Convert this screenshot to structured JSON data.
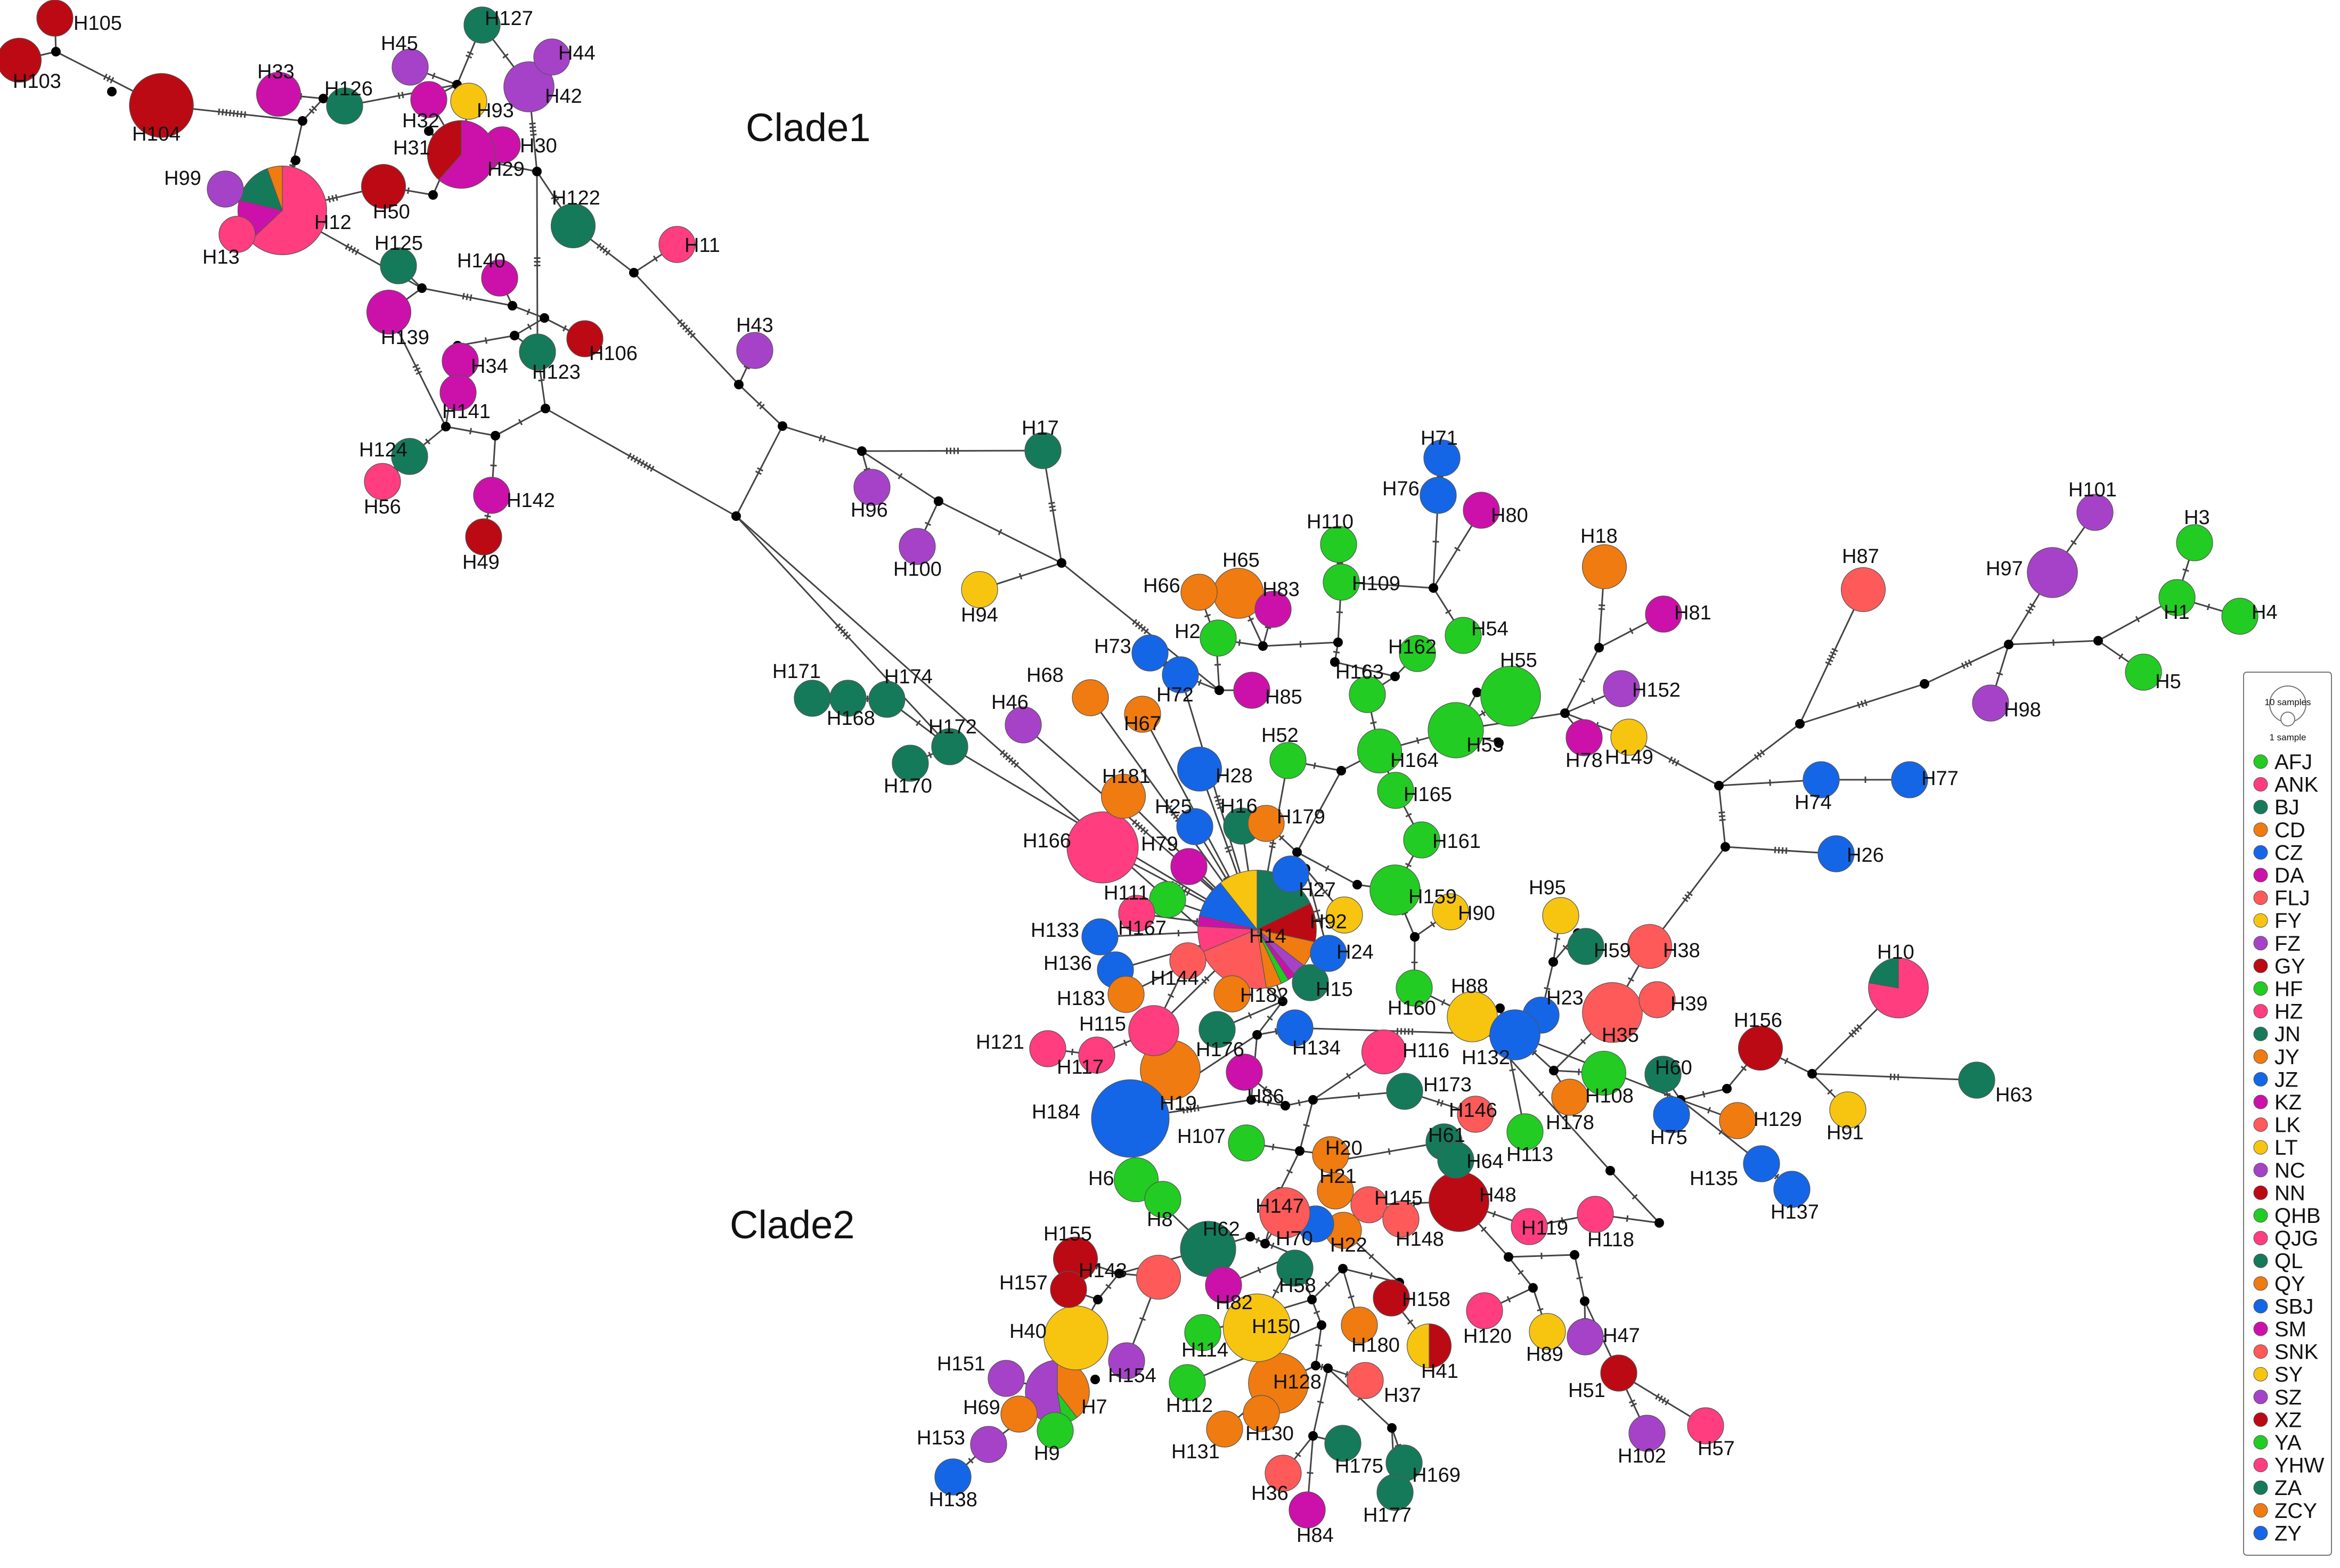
{
  "clades": [
    "Clade1",
    "Clade2"
  ],
  "legend": {
    "size_big": "10 samples",
    "size_small": "1 sample",
    "populations": [
      {
        "code": "AFJ",
        "color": "#22cc22"
      },
      {
        "code": "ANK",
        "color": "#ff3d7f"
      },
      {
        "code": "BJ",
        "color": "#157a5a"
      },
      {
        "code": "CD",
        "color": "#f07b10"
      },
      {
        "code": "CZ",
        "color": "#1466e6"
      },
      {
        "code": "DA",
        "color": "#cc11aa"
      },
      {
        "code": "FLJ",
        "color": "#ff5a5a"
      },
      {
        "code": "FY",
        "color": "#f7c510"
      },
      {
        "code": "FZ",
        "color": "#a642c8"
      },
      {
        "code": "GY",
        "color": "#bb0a14"
      },
      {
        "code": "HF",
        "color": "#22cc22"
      },
      {
        "code": "HZ",
        "color": "#ff3d7f"
      },
      {
        "code": "JN",
        "color": "#157a5a"
      },
      {
        "code": "JY",
        "color": "#f07b10"
      },
      {
        "code": "JZ",
        "color": "#1466e6"
      },
      {
        "code": "KZ",
        "color": "#cc11aa"
      },
      {
        "code": "LK",
        "color": "#ff5a5a"
      },
      {
        "code": "LT",
        "color": "#f7c510"
      },
      {
        "code": "NC",
        "color": "#a642c8"
      },
      {
        "code": "NN",
        "color": "#bb0a14"
      },
      {
        "code": "QHB",
        "color": "#22cc22"
      },
      {
        "code": "QJG",
        "color": "#ff3d7f"
      },
      {
        "code": "QL",
        "color": "#157a5a"
      },
      {
        "code": "QY",
        "color": "#f07b10"
      },
      {
        "code": "SBJ",
        "color": "#1466e6"
      },
      {
        "code": "SM",
        "color": "#cc11aa"
      },
      {
        "code": "SNK",
        "color": "#ff5a5a"
      },
      {
        "code": "SY",
        "color": "#f7c510"
      },
      {
        "code": "SZ",
        "color": "#a642c8"
      },
      {
        "code": "XZ",
        "color": "#bb0a14"
      },
      {
        "code": "YA",
        "color": "#22cc22"
      },
      {
        "code": "YHW",
        "color": "#ff3d7f"
      },
      {
        "code": "ZA",
        "color": "#157a5a"
      },
      {
        "code": "ZCY",
        "color": "#f07b10"
      },
      {
        "code": "ZY",
        "color": "#1466e6"
      }
    ]
  },
  "haplotypes": [
    {
      "id": "H1",
      "color": "#22cc22",
      "size": 1
    },
    {
      "id": "H2",
      "color": "#22cc22",
      "size": 1
    },
    {
      "id": "H3",
      "color": "#22cc22",
      "size": 1
    },
    {
      "id": "H4",
      "color": "#22cc22",
      "size": 1
    },
    {
      "id": "H5",
      "color": "#22cc22",
      "size": 1
    },
    {
      "id": "H6",
      "color": "#22cc22",
      "size": 2
    },
    {
      "id": "H7",
      "color": "#a642c8",
      "size": 6,
      "pie": [
        {
          "color": "#f07b10",
          "value": 3
        },
        {
          "color": "#22cc22",
          "value": 0.6
        },
        {
          "color": "#a642c8",
          "value": 4
        }
      ]
    },
    {
      "id": "H8",
      "color": "#22cc22",
      "size": 1
    },
    {
      "id": "H9",
      "color": "#22cc22",
      "size": 1
    },
    {
      "id": "H10",
      "color": "#ff3d7f",
      "size": 5,
      "pie": [
        {
          "color": "#ff3d7f",
          "value": 3.5
        },
        {
          "color": "#157a5a",
          "value": 1
        }
      ]
    },
    {
      "id": "H11",
      "color": "#ff3d7f",
      "size": 1
    },
    {
      "id": "H12",
      "color": "#ff3d7f",
      "size": 14,
      "pie": [
        {
          "color": "#ff3d7f",
          "value": 8
        },
        {
          "color": "#cc11aa",
          "value": 2
        },
        {
          "color": "#157a5a",
          "value": 2
        },
        {
          "color": "#f07b10",
          "value": 0.7
        }
      ]
    },
    {
      "id": "H13",
      "color": "#ff3d7f",
      "size": 1
    },
    {
      "id": "H14",
      "color": "#ff5a5a",
      "size": 28,
      "pie": [
        {
          "color": "#157a5a",
          "value": 5
        },
        {
          "color": "#bb0a14",
          "value": 3
        },
        {
          "color": "#f07b10",
          "value": 2
        },
        {
          "color": "#a642c8",
          "value": 1
        },
        {
          "color": "#cc11aa",
          "value": 0.6
        },
        {
          "color": "#22cc22",
          "value": 0.6
        },
        {
          "color": "#f07b10",
          "value": 1.2
        },
        {
          "color": "#ff5a5a",
          "value": 6
        },
        {
          "color": "#ff3d7f",
          "value": 2
        },
        {
          "color": "#cc11aa",
          "value": 0.8
        },
        {
          "color": "#1466e6",
          "value": 3
        },
        {
          "color": "#f7c510",
          "value": 3
        }
      ]
    },
    {
      "id": "H15",
      "color": "#157a5a",
      "size": 1
    },
    {
      "id": "H16",
      "color": "#157a5a",
      "size": 1
    },
    {
      "id": "H17",
      "color": "#157a5a",
      "size": 1
    },
    {
      "id": "H18",
      "color": "#f07b10",
      "size": 2
    },
    {
      "id": "H19",
      "color": "#f07b10",
      "size": 5
    },
    {
      "id": "H20",
      "color": "#f07b10",
      "size": 1
    },
    {
      "id": "H21",
      "color": "#f07b10",
      "size": 1
    },
    {
      "id": "H22",
      "color": "#f07b10",
      "size": 1
    },
    {
      "id": "H23",
      "color": "#1466e6",
      "size": 1
    },
    {
      "id": "H24",
      "color": "#1466e6",
      "size": 1
    },
    {
      "id": "H25",
      "color": "#1466e6",
      "size": 1
    },
    {
      "id": "H26",
      "color": "#1466e6",
      "size": 1
    },
    {
      "id": "H27",
      "color": "#1466e6",
      "size": 1
    },
    {
      "id": "H28",
      "color": "#1466e6",
      "size": 2
    },
    {
      "id": "H29",
      "color": "#cc11aa",
      "size": 1
    },
    {
      "id": "H30",
      "color": "#cc11aa",
      "size": 1
    },
    {
      "id": "H31",
      "color": "#cc11aa",
      "size": 7,
      "pie": [
        {
          "color": "#cc11aa",
          "value": 4
        },
        {
          "color": "#bb0a14",
          "value": 2.5
        }
      ]
    },
    {
      "id": "H32",
      "color": "#cc11aa",
      "size": 1
    },
    {
      "id": "H33",
      "color": "#cc11aa",
      "size": 2
    },
    {
      "id": "H34",
      "color": "#cc11aa",
      "size": 1
    },
    {
      "id": "H35",
      "color": "#ff5a5a",
      "size": 5
    },
    {
      "id": "H36",
      "color": "#ff5a5a",
      "size": 1
    },
    {
      "id": "H37",
      "color": "#ff5a5a",
      "size": 1
    },
    {
      "id": "H38",
      "color": "#ff5a5a",
      "size": 2
    },
    {
      "id": "H39",
      "color": "#ff5a5a",
      "size": 1
    },
    {
      "id": "H40",
      "color": "#f7c510",
      "size": 6
    },
    {
      "id": "H41",
      "color": "#bb0a14",
      "size": 2,
      "pie": [
        {
          "color": "#bb0a14",
          "value": 1
        },
        {
          "color": "#f7c510",
          "value": 1
        }
      ]
    },
    {
      "id": "H42",
      "color": "#a642c8",
      "size": 3
    },
    {
      "id": "H43",
      "color": "#a642c8",
      "size": 1
    },
    {
      "id": "H44",
      "color": "#a642c8",
      "size": 1
    },
    {
      "id": "H45",
      "color": "#a642c8",
      "size": 1
    },
    {
      "id": "H46",
      "color": "#a642c8",
      "size": 1
    },
    {
      "id": "H47",
      "color": "#a642c8",
      "size": 1
    },
    {
      "id": "H48",
      "color": "#bb0a14",
      "size": 5
    },
    {
      "id": "H49",
      "color": "#bb0a14",
      "size": 1
    },
    {
      "id": "H50",
      "color": "#bb0a14",
      "size": 2
    },
    {
      "id": "H51",
      "color": "#bb0a14",
      "size": 1
    },
    {
      "id": "H52",
      "color": "#22cc22",
      "size": 1
    },
    {
      "id": "H53",
      "color": "#22cc22",
      "size": 4
    },
    {
      "id": "H54",
      "color": "#22cc22",
      "size": 1
    },
    {
      "id": "H55",
      "color": "#22cc22",
      "size": 5
    },
    {
      "id": "H56",
      "color": "#ff3d7f",
      "size": 1
    },
    {
      "id": "H57",
      "color": "#ff3d7f",
      "size": 1
    },
    {
      "id": "H58",
      "color": "#157a5a",
      "size": 1
    },
    {
      "id": "H59",
      "color": "#157a5a",
      "size": 1
    },
    {
      "id": "H60",
      "color": "#157a5a",
      "size": 1
    },
    {
      "id": "H61",
      "color": "#157a5a",
      "size": 1
    },
    {
      "id": "H62",
      "color": "#157a5a",
      "size": 4
    },
    {
      "id": "H63",
      "color": "#157a5a",
      "size": 1
    },
    {
      "id": "H64",
      "color": "#157a5a",
      "size": 1
    },
    {
      "id": "H65",
      "color": "#f07b10",
      "size": 3
    },
    {
      "id": "H66",
      "color": "#f07b10",
      "size": 1
    },
    {
      "id": "H67",
      "color": "#f07b10",
      "size": 1
    },
    {
      "id": "H68",
      "color": "#f07b10",
      "size": 1
    },
    {
      "id": "H69",
      "color": "#f07b10",
      "size": 1
    },
    {
      "id": "H70",
      "color": "#1466e6",
      "size": 1
    },
    {
      "id": "H71",
      "color": "#1466e6",
      "size": 1
    },
    {
      "id": "H72",
      "color": "#1466e6",
      "size": 1
    },
    {
      "id": "H73",
      "color": "#1466e6",
      "size": 1
    },
    {
      "id": "H74",
      "color": "#1466e6",
      "size": 1
    },
    {
      "id": "H75",
      "color": "#1466e6",
      "size": 1
    },
    {
      "id": "H76",
      "color": "#1466e6",
      "size": 1
    },
    {
      "id": "H77",
      "color": "#1466e6",
      "size": 1
    },
    {
      "id": "H78",
      "color": "#cc11aa",
      "size": 1
    },
    {
      "id": "H79",
      "color": "#cc11aa",
      "size": 1
    },
    {
      "id": "H80",
      "color": "#cc11aa",
      "size": 1
    },
    {
      "id": "H81",
      "color": "#cc11aa",
      "size": 1
    },
    {
      "id": "H82",
      "color": "#cc11aa",
      "size": 1
    },
    {
      "id": "H83",
      "color": "#cc11aa",
      "size": 1
    },
    {
      "id": "H84",
      "color": "#cc11aa",
      "size": 1
    },
    {
      "id": "H85",
      "color": "#cc11aa",
      "size": 1
    },
    {
      "id": "H86",
      "color": "#cc11aa",
      "size": 1
    },
    {
      "id": "H87",
      "color": "#ff5a5a",
      "size": 2
    },
    {
      "id": "H88",
      "color": "#f7c510",
      "size": 3
    },
    {
      "id": "H89",
      "color": "#f7c510",
      "size": 1
    },
    {
      "id": "H90",
      "color": "#f7c510",
      "size": 1
    },
    {
      "id": "H91",
      "color": "#f7c510",
      "size": 1
    },
    {
      "id": "H92",
      "color": "#f7c510",
      "size": 1
    },
    {
      "id": "H93",
      "color": "#f7c510",
      "size": 1
    },
    {
      "id": "H94",
      "color": "#f7c510",
      "size": 1
    },
    {
      "id": "H95",
      "color": "#f7c510",
      "size": 1
    },
    {
      "id": "H96",
      "color": "#a642c8",
      "size": 1
    },
    {
      "id": "H97",
      "color": "#a642c8",
      "size": 3
    },
    {
      "id": "H98",
      "color": "#a642c8",
      "size": 1
    },
    {
      "id": "H99",
      "color": "#a642c8",
      "size": 1
    },
    {
      "id": "H100",
      "color": "#a642c8",
      "size": 1
    },
    {
      "id": "H101",
      "color": "#a642c8",
      "size": 1
    },
    {
      "id": "H102",
      "color": "#a642c8",
      "size": 1
    },
    {
      "id": "H103",
      "color": "#bb0a14",
      "size": 2
    },
    {
      "id": "H104",
      "color": "#bb0a14",
      "size": 6
    },
    {
      "id": "H105",
      "color": "#bb0a14",
      "size": 1
    },
    {
      "id": "H106",
      "color": "#bb0a14",
      "size": 1
    },
    {
      "id": "H107",
      "color": "#22cc22",
      "size": 1
    },
    {
      "id": "H108",
      "color": "#22cc22",
      "size": 2
    },
    {
      "id": "H109",
      "color": "#22cc22",
      "size": 1
    },
    {
      "id": "H110",
      "color": "#22cc22",
      "size": 1
    },
    {
      "id": "H111",
      "color": "#22cc22",
      "size": 1
    },
    {
      "id": "H112",
      "color": "#22cc22",
      "size": 1
    },
    {
      "id": "H113",
      "color": "#22cc22",
      "size": 1
    },
    {
      "id": "H114",
      "color": "#22cc22",
      "size": 1
    },
    {
      "id": "H115",
      "color": "#ff3d7f",
      "size": 3
    },
    {
      "id": "H116",
      "color": "#ff3d7f",
      "size": 2
    },
    {
      "id": "H117",
      "color": "#ff3d7f",
      "size": 1
    },
    {
      "id": "H118",
      "color": "#ff3d7f",
      "size": 1
    },
    {
      "id": "H119",
      "color": "#ff3d7f",
      "size": 1
    },
    {
      "id": "H120",
      "color": "#ff3d7f",
      "size": 1
    },
    {
      "id": "H121",
      "color": "#ff3d7f",
      "size": 1
    },
    {
      "id": "H122",
      "color": "#157a5a",
      "size": 2
    },
    {
      "id": "H123",
      "color": "#157a5a",
      "size": 1
    },
    {
      "id": "H124",
      "color": "#157a5a",
      "size": 1
    },
    {
      "id": "H125",
      "color": "#157a5a",
      "size": 1
    },
    {
      "id": "H126",
      "color": "#157a5a",
      "size": 1
    },
    {
      "id": "H127",
      "color": "#157a5a",
      "size": 1
    },
    {
      "id": "H128",
      "color": "#f07b10",
      "size": 5
    },
    {
      "id": "H129",
      "color": "#f07b10",
      "size": 1
    },
    {
      "id": "H130",
      "color": "#f07b10",
      "size": 1
    },
    {
      "id": "H131",
      "color": "#f07b10",
      "size": 1
    },
    {
      "id": "H132",
      "color": "#1466e6",
      "size": 3
    },
    {
      "id": "H133",
      "color": "#1466e6",
      "size": 1
    },
    {
      "id": "H134",
      "color": "#1466e6",
      "size": 1
    },
    {
      "id": "H135",
      "color": "#1466e6",
      "size": 1
    },
    {
      "id": "H136",
      "color": "#1466e6",
      "size": 1
    },
    {
      "id": "H137",
      "color": "#1466e6",
      "size": 1
    },
    {
      "id": "H138",
      "color": "#1466e6",
      "size": 1
    },
    {
      "id": "H139",
      "color": "#cc11aa",
      "size": 2
    },
    {
      "id": "H140",
      "color": "#cc11aa",
      "size": 1
    },
    {
      "id": "H141",
      "color": "#cc11aa",
      "size": 1
    },
    {
      "id": "H142",
      "color": "#cc11aa",
      "size": 1
    },
    {
      "id": "H143",
      "color": "#ff5a5a",
      "size": 2
    },
    {
      "id": "H144",
      "color": "#ff5a5a",
      "size": 1
    },
    {
      "id": "H145",
      "color": "#ff5a5a",
      "size": 1
    },
    {
      "id": "H146",
      "color": "#ff5a5a",
      "size": 1
    },
    {
      "id": "H147",
      "color": "#ff5a5a",
      "size": 3
    },
    {
      "id": "H148",
      "color": "#ff5a5a",
      "size": 1
    },
    {
      "id": "H149",
      "color": "#f7c510",
      "size": 1
    },
    {
      "id": "H150",
      "color": "#f7c510",
      "size": 7
    },
    {
      "id": "H151",
      "color": "#a642c8",
      "size": 1
    },
    {
      "id": "H152",
      "color": "#a642c8",
      "size": 1
    },
    {
      "id": "H153",
      "color": "#a642c8",
      "size": 1
    },
    {
      "id": "H154",
      "color": "#a642c8",
      "size": 1
    },
    {
      "id": "H155",
      "color": "#bb0a14",
      "size": 2
    },
    {
      "id": "H156",
      "color": "#bb0a14",
      "size": 2
    },
    {
      "id": "H157",
      "color": "#bb0a14",
      "size": 1
    },
    {
      "id": "H158",
      "color": "#bb0a14",
      "size": 1
    },
    {
      "id": "H159",
      "color": "#22cc22",
      "size": 3
    },
    {
      "id": "H160",
      "color": "#22cc22",
      "size": 1
    },
    {
      "id": "H161",
      "color": "#22cc22",
      "size": 1
    },
    {
      "id": "H162",
      "color": "#22cc22",
      "size": 1
    },
    {
      "id": "H163",
      "color": "#22cc22",
      "size": 1
    },
    {
      "id": "H164",
      "color": "#22cc22",
      "size": 2
    },
    {
      "id": "H165",
      "color": "#22cc22",
      "size": 1
    },
    {
      "id": "H166",
      "color": "#ff3d7f",
      "size": 8
    },
    {
      "id": "H167",
      "color": "#ff3d7f",
      "size": 1
    },
    {
      "id": "H168",
      "color": "#157a5a",
      "size": 1
    },
    {
      "id": "H169",
      "color": "#157a5a",
      "size": 1
    },
    {
      "id": "H170",
      "color": "#157a5a",
      "size": 1
    },
    {
      "id": "H171",
      "color": "#157a5a",
      "size": 1
    },
    {
      "id": "H172",
      "color": "#157a5a",
      "size": 1
    },
    {
      "id": "H173",
      "color": "#157a5a",
      "size": 1
    },
    {
      "id": "H174",
      "color": "#157a5a",
      "size": 1
    },
    {
      "id": "H175",
      "color": "#157a5a",
      "size": 1
    },
    {
      "id": "H176",
      "color": "#157a5a",
      "size": 1
    },
    {
      "id": "H177",
      "color": "#157a5a",
      "size": 1
    },
    {
      "id": "H178",
      "color": "#f07b10",
      "size": 1
    },
    {
      "id": "H179",
      "color": "#f07b10",
      "size": 1
    },
    {
      "id": "H180",
      "color": "#f07b10",
      "size": 1
    },
    {
      "id": "H181",
      "color": "#f07b10",
      "size": 2
    },
    {
      "id": "H182",
      "color": "#f07b10",
      "size": 1
    },
    {
      "id": "H183",
      "color": "#f07b10",
      "size": 1
    },
    {
      "id": "H184",
      "color": "#1466e6",
      "size": 10
    }
  ]
}
